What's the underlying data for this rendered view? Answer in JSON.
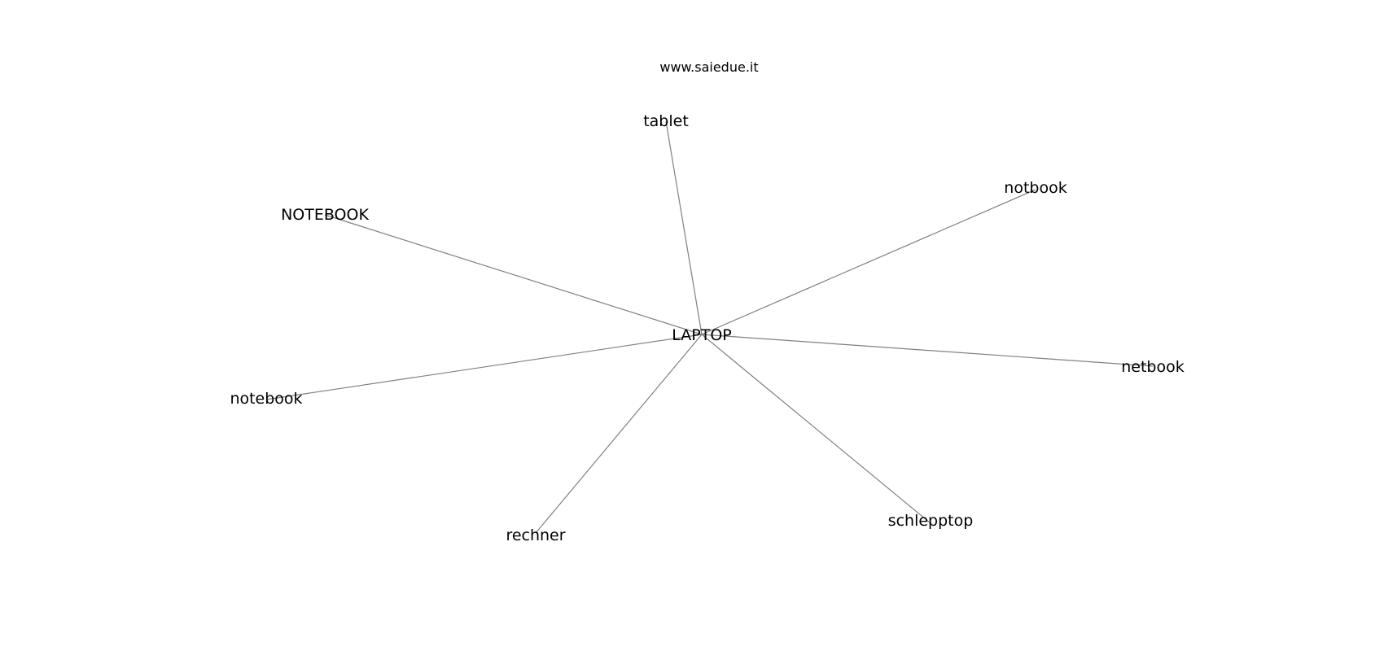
{
  "site": "www.saiedue.it",
  "graph": {
    "center": "LAPTOP",
    "nodes": [
      "tablet",
      "notbook",
      "NOTEBOOK",
      "netbook",
      "notebook",
      "schlepptop",
      "rechner"
    ],
    "edges": [
      [
        "LAPTOP",
        "tablet"
      ],
      [
        "LAPTOP",
        "notbook"
      ],
      [
        "LAPTOP",
        "NOTEBOOK"
      ],
      [
        "LAPTOP",
        "netbook"
      ],
      [
        "LAPTOP",
        "notebook"
      ],
      [
        "LAPTOP",
        "schlepptop"
      ],
      [
        "LAPTOP",
        "rechner"
      ]
    ]
  },
  "colors": {
    "edge": "#808080",
    "text": "#000000",
    "background": "#ffffff"
  }
}
